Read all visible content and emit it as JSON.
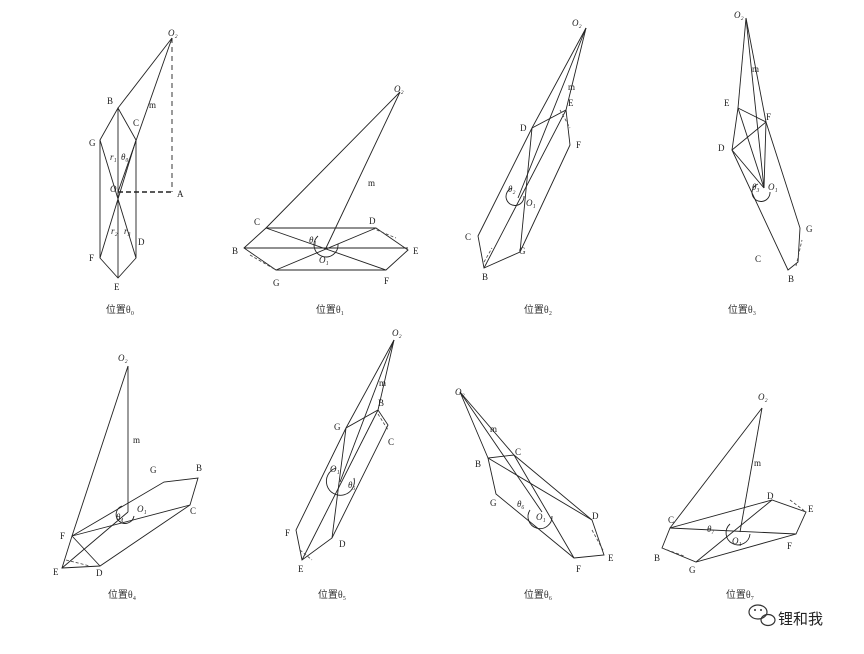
{
  "panels": [
    {
      "caption": "位置θ₀",
      "labels": [
        "O₂",
        "B",
        "C",
        "G",
        "m",
        "r₁",
        "θ₀",
        "O₁",
        "A",
        "r₂",
        "r₃",
        "F",
        "D",
        "E"
      ]
    },
    {
      "caption": "位置θ₁",
      "labels": [
        "O₂",
        "m",
        "C",
        "D",
        "θ₁",
        "B",
        "E",
        "O₁",
        "G",
        "F"
      ]
    },
    {
      "caption": "位置θ₂",
      "labels": [
        "O₂",
        "m",
        "E",
        "D",
        "F",
        "θ₂",
        "O₁",
        "C",
        "G",
        "B"
      ]
    },
    {
      "caption": "位置θ₃",
      "labels": [
        "O₂",
        "m",
        "E",
        "F",
        "D",
        "θ₃",
        "O₁",
        "G",
        "C",
        "B"
      ]
    },
    {
      "caption": "位置θ₄",
      "labels": [
        "O₂",
        "m",
        "G",
        "B",
        "O₁",
        "θ₄",
        "C",
        "F",
        "E",
        "D"
      ]
    },
    {
      "caption": "位置θ₅",
      "labels": [
        "O₂",
        "m",
        "B",
        "G",
        "C",
        "O₁",
        "θ₅",
        "F",
        "D",
        "E"
      ]
    },
    {
      "caption": "位置θ₆",
      "labels": [
        "O₂",
        "m",
        "C",
        "B",
        "G",
        "θ₆",
        "O₁",
        "D",
        "E",
        "F"
      ]
    },
    {
      "caption": "位置θ₇",
      "labels": [
        "O₂",
        "m",
        "D",
        "E",
        "C",
        "θ₇",
        "O₁",
        "F",
        "B",
        "G"
      ]
    }
  ],
  "watermark": {
    "text": "锂和我",
    "icon": "wechat-icon"
  }
}
